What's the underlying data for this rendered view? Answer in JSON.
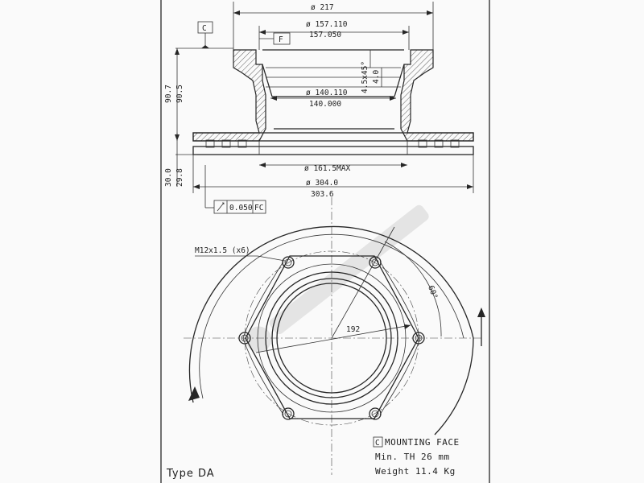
{
  "dimensions": {
    "outer_flange": "ø 217",
    "hat_upper": "ø 157.110",
    "hat_lower": "157.050",
    "bore_upper": "ø 140.110",
    "bore_lower": "140.000",
    "chamfer": "4.5x45°",
    "chamfer_depth": "4.0",
    "height_upper": "90.7",
    "height_lower": "90.5",
    "inner_max": "ø 161.5MAX",
    "thickness_upper": "30.0",
    "thickness_lower": "29.8",
    "disc_upper": "ø 304.0",
    "disc_lower": "303.6",
    "tolerance": "0.050",
    "tolerance_ref": "FC",
    "thread": "M12x1.5 (x6)",
    "pitch_circle": "192",
    "angle": "60°"
  },
  "datums": {
    "c": "C",
    "f": "F"
  },
  "notes": {
    "mounting_face": "MOUNTING FACE",
    "min_th": "Min. TH 26  mm",
    "weight": "Weight 11.4 Kg"
  },
  "type_label": "Type DA",
  "colors": {
    "line": "#262626",
    "paper": "#fafafa",
    "watermark": "#d2d2d2"
  }
}
